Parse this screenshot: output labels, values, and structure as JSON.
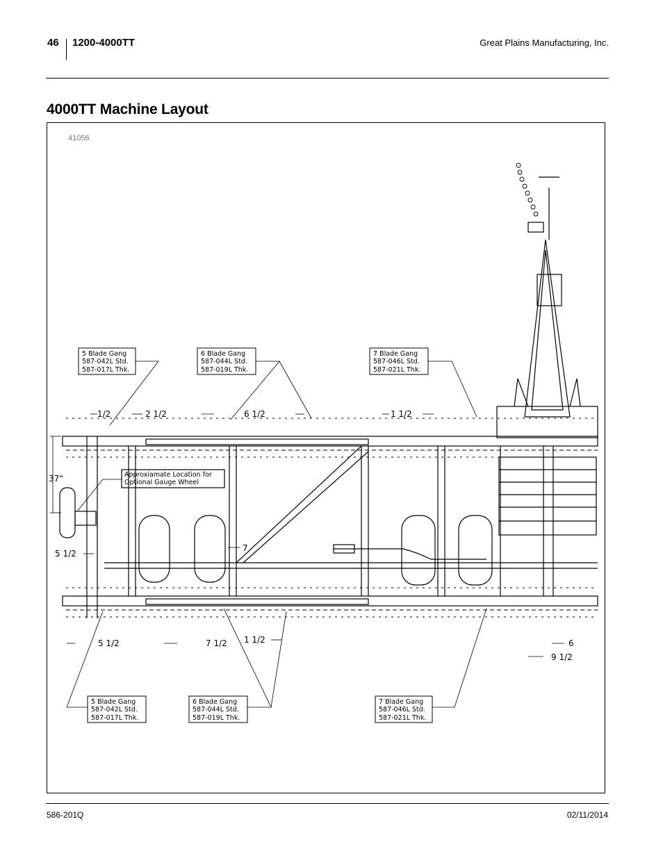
{
  "header": {
    "page_number": "46",
    "model": "1200-4000TT",
    "company": "Great Plains Manufacturing, Inc."
  },
  "title": "4000TT Machine Layout",
  "figure": {
    "number": "41056",
    "callouts": [
      {
        "lines": [
          "5 Blade Gang",
          "587-042L Std.",
          "587-017L Thk."
        ]
      },
      {
        "lines": [
          "6 Blade Gang",
          "587-044L Std.",
          "587-019L Thk."
        ]
      },
      {
        "lines": [
          "7 Blade Gang",
          "587-046L Std.",
          "587-021L Thk."
        ]
      },
      {
        "lines": [
          "5 Blade Gang",
          "587-042L Std.",
          "587-017L Thk."
        ]
      },
      {
        "lines": [
          "6 Blade Gang",
          "587-044L Std.",
          "587-019L Thk."
        ]
      },
      {
        "lines": [
          "7 Blade Gang",
          "587-046L Std.",
          "587-021L Thk."
        ]
      }
    ],
    "gauge_note": [
      "Approxiamate Location for",
      "Optional Gauge Wheel"
    ],
    "dimensions": {
      "top_1": "1/2",
      "top_2": "2 1/2",
      "top_3": "6 1/2",
      "top_4": "1 1/2",
      "height": "37\"",
      "side": "5 1/2",
      "mid": "7",
      "bot_1": "5 1/2",
      "bot_2": "7 1/2",
      "bot_3": "1 1/2",
      "bot_4": "6",
      "bot_5": "9 1/2"
    }
  },
  "footer": {
    "doc_number": "586-201Q",
    "date": "02/11/2014"
  }
}
